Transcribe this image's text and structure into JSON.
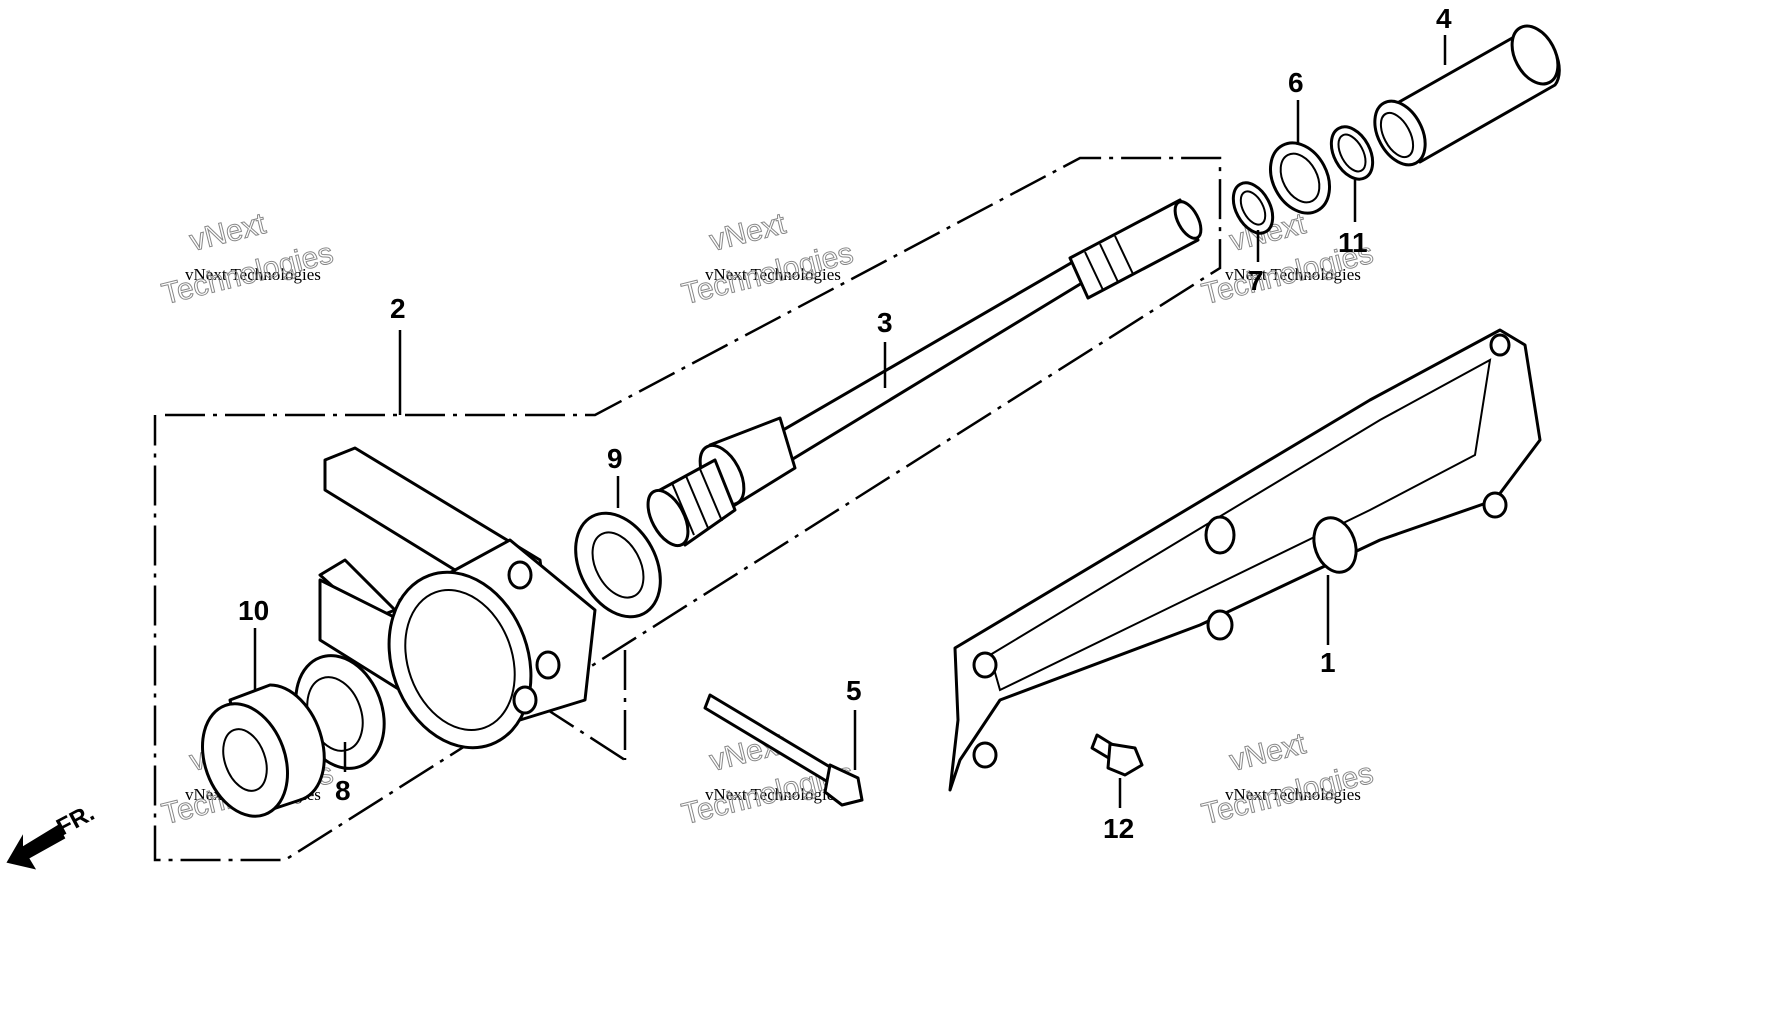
{
  "callouts": [
    {
      "id": "1",
      "label": "1"
    },
    {
      "id": "2",
      "label": "2"
    },
    {
      "id": "3",
      "label": "3"
    },
    {
      "id": "4",
      "label": "4"
    },
    {
      "id": "5",
      "label": "5"
    },
    {
      "id": "6",
      "label": "6"
    },
    {
      "id": "7",
      "label": "7"
    },
    {
      "id": "8",
      "label": "8"
    },
    {
      "id": "9",
      "label": "9"
    },
    {
      "id": "10",
      "label": "10"
    },
    {
      "id": "11",
      "label": "11"
    },
    {
      "id": "12",
      "label": "12"
    }
  ],
  "watermark": {
    "line_small": "vNext Technologies",
    "line_top": "vNext",
    "line_big": "Technologies"
  },
  "direction": {
    "label": "FR."
  },
  "colors": {
    "ink": "#000000",
    "paper": "#ffffff",
    "watermark": "#888888"
  }
}
